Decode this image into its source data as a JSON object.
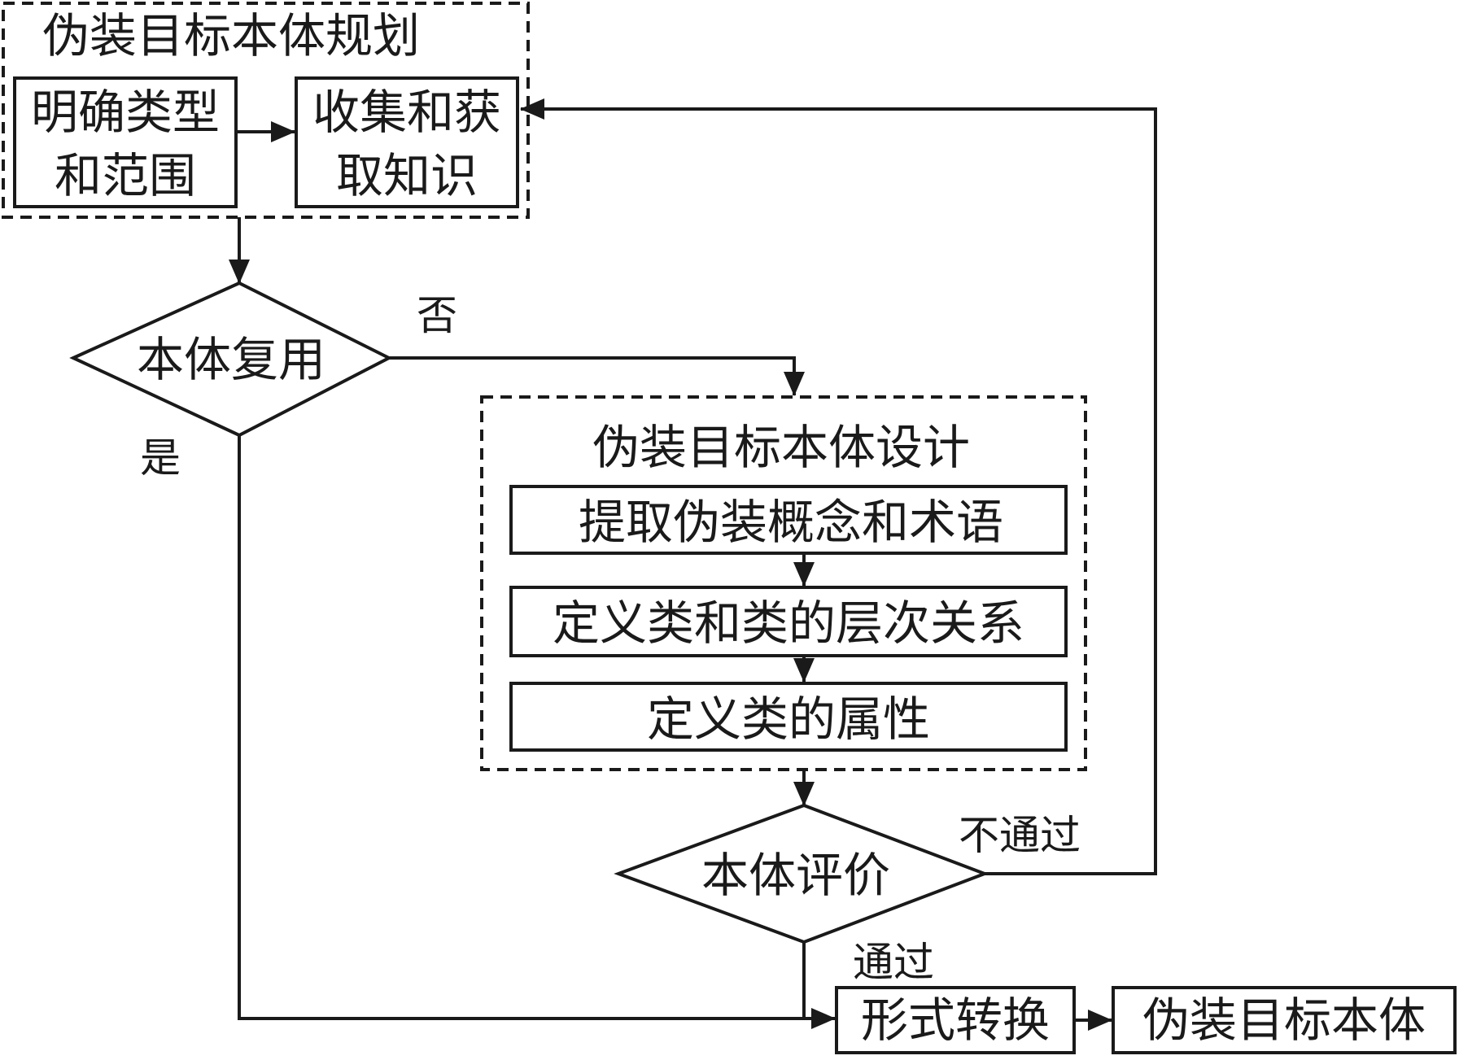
{
  "planning": {
    "title": "伪装目标本体规划",
    "step1": [
      "明确类型",
      "和范围"
    ],
    "step2": [
      "收集和获",
      "取知识"
    ]
  },
  "reuse_decision": {
    "label": "本体复用",
    "no": "否",
    "yes": "是"
  },
  "design": {
    "title": "伪装目标本体设计",
    "step1": "提取伪装概念和术语",
    "step2": "定义类和类的层次关系",
    "step3": "定义类的属性"
  },
  "evaluation": {
    "label": "本体评价",
    "fail": "不通过",
    "pass": "通过"
  },
  "conversion": {
    "label": "形式转换"
  },
  "result": {
    "label": "伪装目标本体"
  }
}
